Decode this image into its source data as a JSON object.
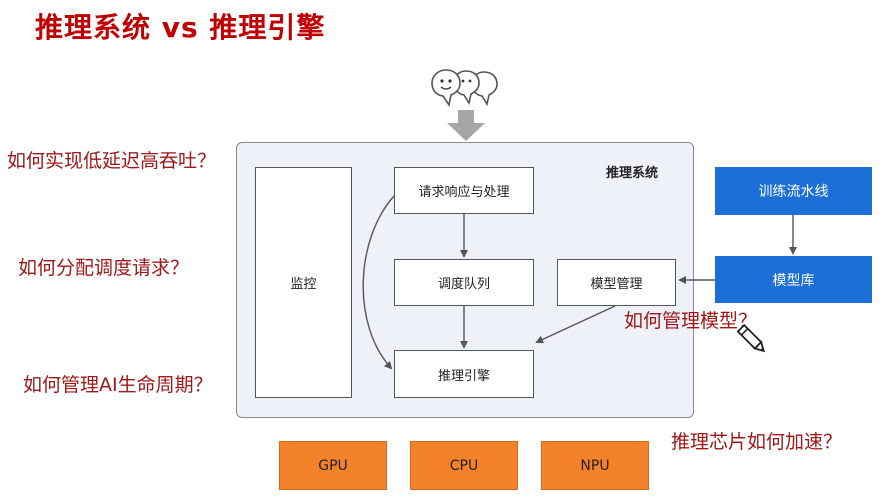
{
  "title": "推理系统 vs 推理引擎",
  "questions": {
    "latency": "如何实现低延迟高吞吐？",
    "scheduling": "如何分配调度请求？",
    "lifecycle": "如何管理AI生命周期？",
    "model_mgmt": "如何管理模型？",
    "accelerate": "推理芯片如何加速？"
  },
  "system": {
    "label": "推理系统",
    "monitor": "监控",
    "request": "请求响应与处理",
    "queue": "调度队列",
    "engine": "推理引擎",
    "model_manager": "模型管理"
  },
  "external": {
    "pipeline": "训练流水线",
    "model_repo": "模型库"
  },
  "hardware": [
    "GPU",
    "CPU",
    "NPU"
  ],
  "colors": {
    "question": "#a01818",
    "title": "#c00000",
    "blue": "#1b6fd6",
    "orange": "#f4822a",
    "system_bg": "#eef1f8"
  },
  "icons": [
    "users-icon",
    "down-arrow-icon",
    "pencil-icon"
  ]
}
